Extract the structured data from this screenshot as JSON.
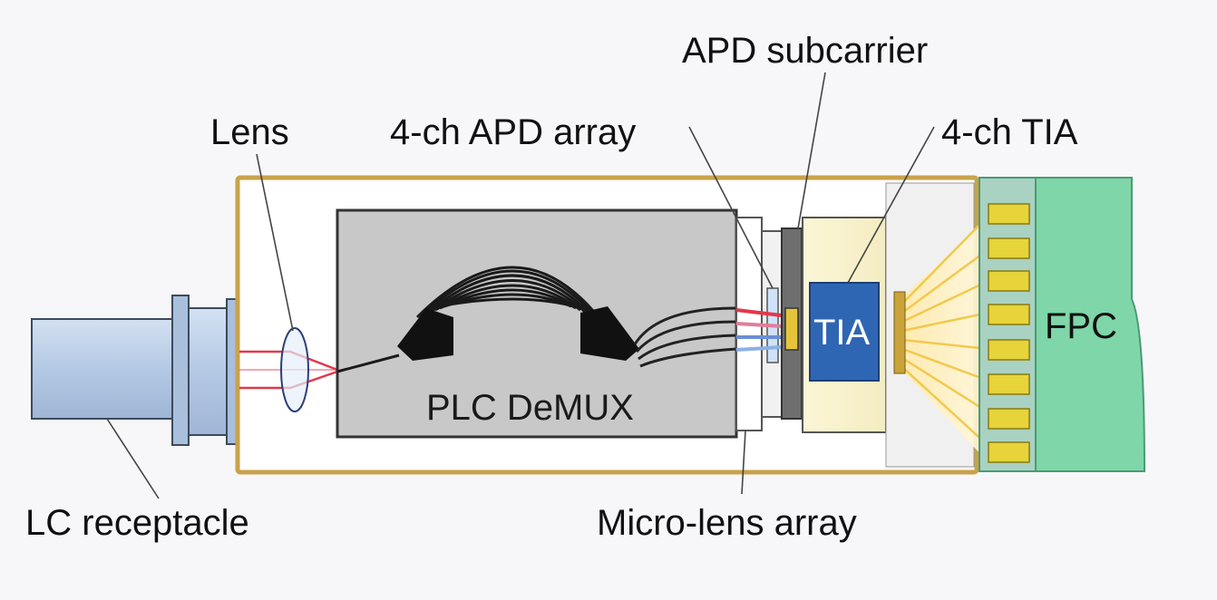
{
  "labels": {
    "lens": "Lens",
    "apd_array": "4-ch APD array",
    "apd_subcarrier": "APD subcarrier",
    "tia_chip": "4-ch TIA",
    "lc_receptacle": "LC receptacle",
    "micro_lens_array": "Micro-lens array",
    "plc_demux": "PLC DeMUX",
    "tia": "TIA",
    "fpc": "FPC"
  },
  "colors": {
    "housing_border": "#c9a24a",
    "receptacle": "#b9cde6",
    "plc_box": "#c8c8c8",
    "tia_block": "#2f66b3",
    "fpc": "#7fd6a8",
    "fpc_pad": "#e6d43a",
    "beam_red": "#e2384a",
    "wire_gold": "#f2c94c"
  }
}
